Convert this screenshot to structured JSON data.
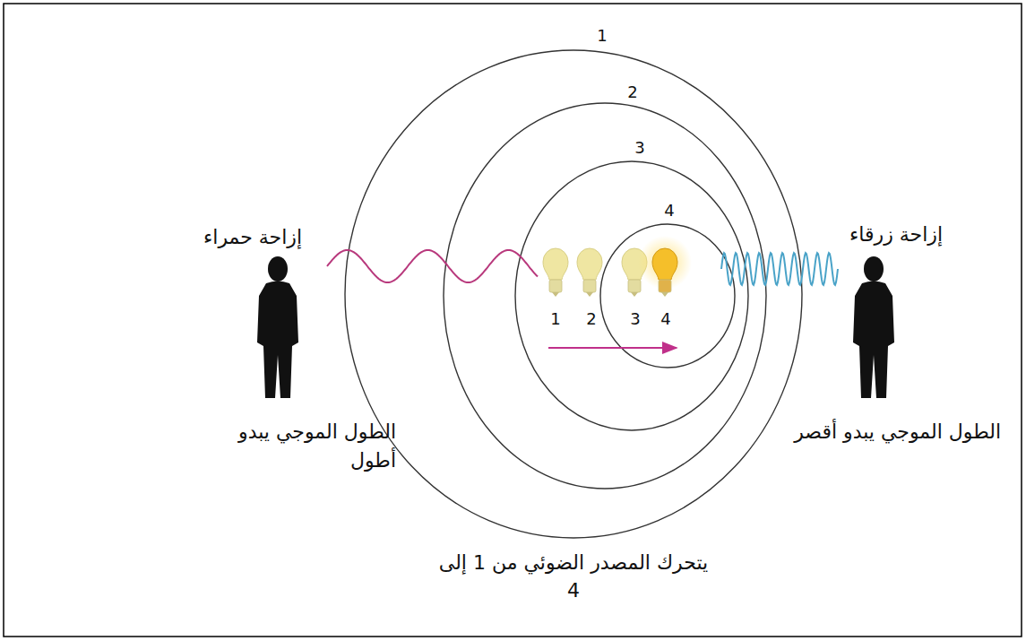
{
  "diagram": {
    "caption": "يتحرك المصدر الضوئي من 1 إلى 4",
    "labels": [
      "1",
      "2",
      "3",
      "4",
      "إزاحة حمراء",
      "إزاحة زرقاء",
      "الطول الموجي يبدو أطول",
      "الطول الموجي يبدو أقصر",
      "1",
      "2",
      "3",
      "4"
    ]
  }
}
